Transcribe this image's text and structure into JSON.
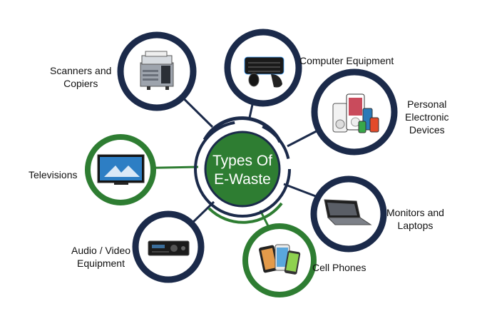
{
  "center": {
    "line1": "Types Of",
    "line2": "E-Waste"
  },
  "colors": {
    "navy": "#1b2a4a",
    "green": "#2e7d32",
    "center_fill": "#2e7d32"
  },
  "nodes": [
    {
      "id": "scanners",
      "label_lines": [
        "Scanners and",
        "Copiers"
      ],
      "ring": "navy",
      "icon": "copier-icon"
    },
    {
      "id": "computer",
      "label_lines": [
        "Computer Equipment"
      ],
      "ring": "navy",
      "icon": "keyboard-mouse-icon"
    },
    {
      "id": "personal",
      "label_lines": [
        "Personal",
        "Electronic",
        "Devices"
      ],
      "ring": "navy",
      "icon": "portable-devices-icon"
    },
    {
      "id": "televisions",
      "label_lines": [
        "Televisions"
      ],
      "ring": "green",
      "icon": "television-icon"
    },
    {
      "id": "monitors",
      "label_lines": [
        "Monitors and",
        "Laptops"
      ],
      "ring": "navy",
      "icon": "laptop-icon"
    },
    {
      "id": "audio",
      "label_lines": [
        "Audio / Video",
        "Equipment"
      ],
      "ring": "navy",
      "icon": "av-receiver-icon"
    },
    {
      "id": "cellphones",
      "label_lines": [
        "Cell Phones"
      ],
      "ring": "green",
      "icon": "smartphones-icon"
    }
  ]
}
